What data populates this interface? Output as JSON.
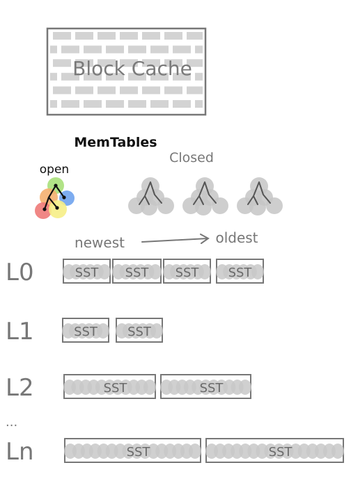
{
  "cache": {
    "label": "Block Cache"
  },
  "memtables": {
    "title": "MemTables",
    "open_label": "open",
    "closed_label": "Closed",
    "open_colors": [
      "#a8e07a",
      "#f5b070",
      "#6fa3ee",
      "#ee7a78",
      "#f6ee86"
    ],
    "closed_color": "#c6c6c6"
  },
  "order": {
    "newest": "newest",
    "arrow": "→",
    "oldest": "oldest"
  },
  "levels": [
    {
      "label": "L0",
      "ssts": [
        "SST",
        "SST",
        "SST",
        "SST"
      ]
    },
    {
      "label": "L1",
      "ssts": [
        "SST",
        "SST"
      ]
    },
    {
      "label": "L2",
      "ssts": [
        "SST",
        "SST"
      ]
    },
    {
      "label": "..."
    },
    {
      "label": "Ln",
      "ssts": [
        "SST",
        "SST"
      ]
    }
  ],
  "colors": {
    "ink": "#2b2b2b",
    "gray_ink": "#6a6a6a",
    "brick": "#d3d3d3",
    "blob": "#c8c8c8"
  }
}
